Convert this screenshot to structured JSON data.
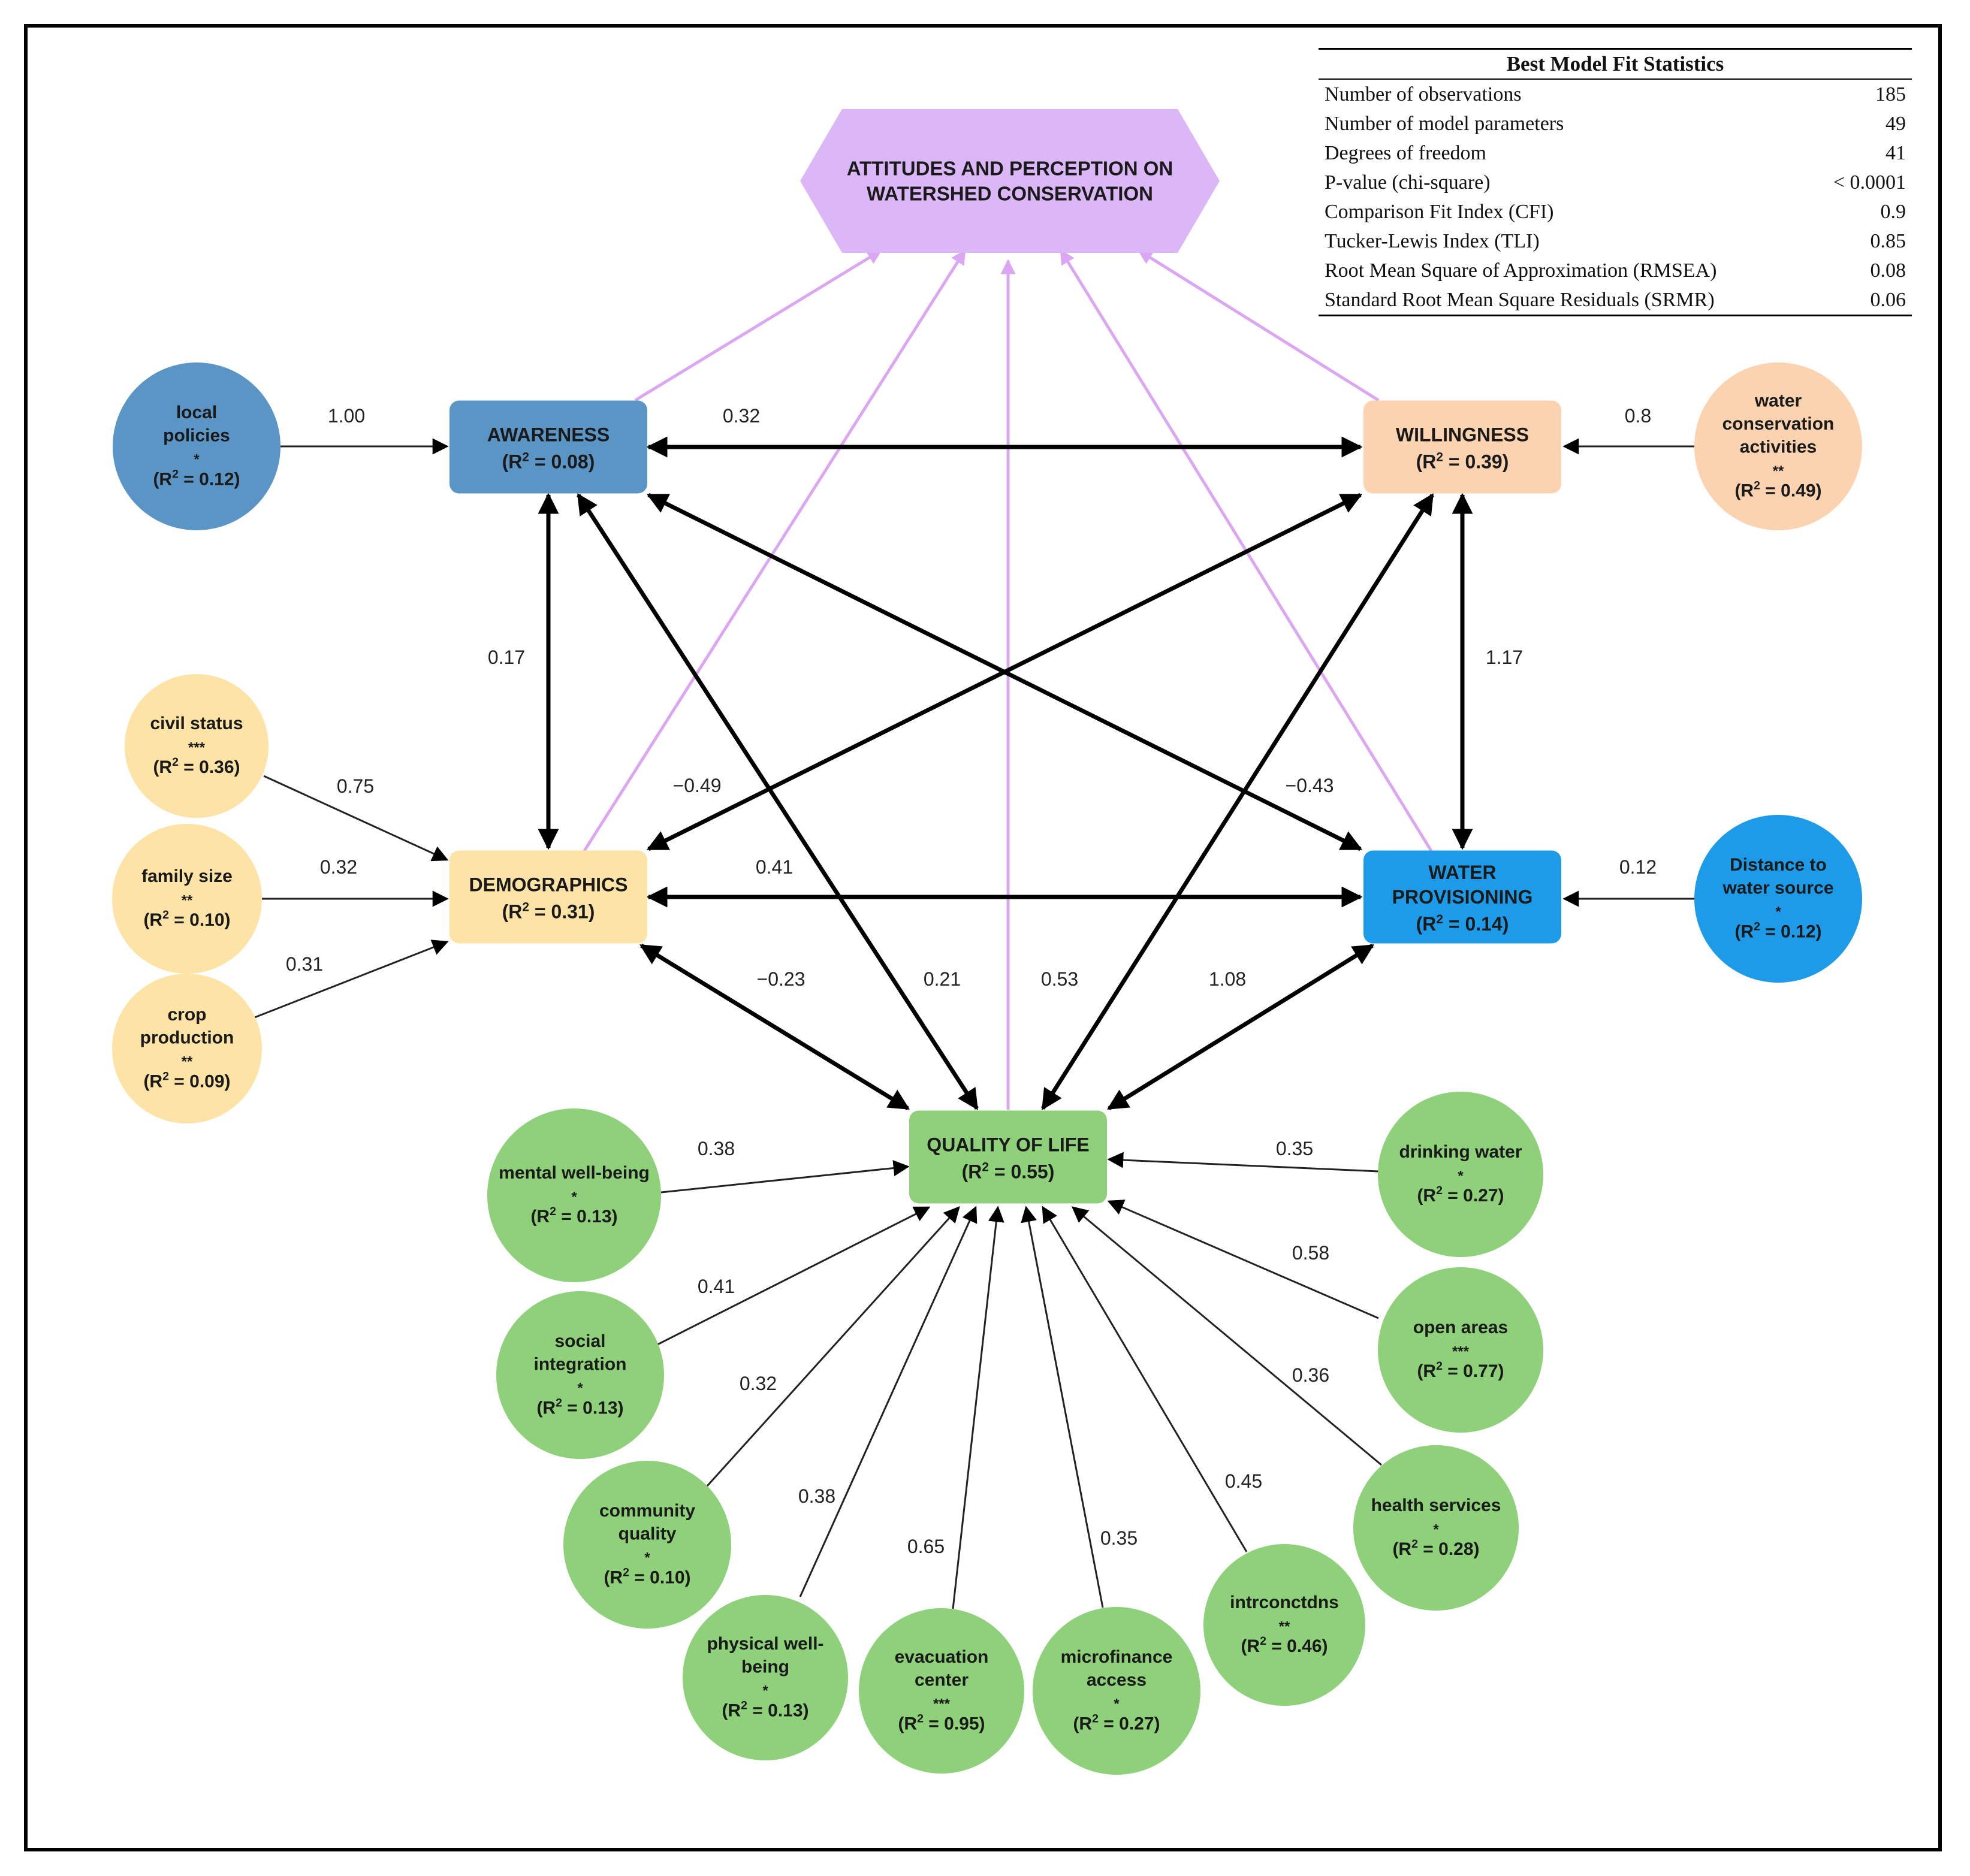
{
  "colors": {
    "construct_blue": "#5b95c6",
    "awareness": "#5b95c6",
    "willingness": "#fbd3b0",
    "demographics": "#fde3a6",
    "water_provisioning": "#1e9be8",
    "quality_of_life": "#8fd17a",
    "attitudes": "#dcb7f7",
    "green_node": "#8fd17a",
    "yellow_node": "#fde3a6",
    "orange_node": "#fbd3b0",
    "purple_edge": "#dba6f2",
    "black_edge": "#000000"
  },
  "stats": {
    "title": "Best Model Fit Statistics",
    "rows": [
      {
        "label": "Number of observations",
        "value": "185"
      },
      {
        "label": "Number of model parameters",
        "value": "49"
      },
      {
        "label": "Degrees of freedom",
        "value": "41"
      },
      {
        "label": "P-value (chi-square)",
        "value": "< 0.0001"
      },
      {
        "label": "Comparison Fit Index (CFI)",
        "value": "0.9"
      },
      {
        "label": "Tucker-Lewis Index (TLI)",
        "value": "0.85"
      },
      {
        "label": "Root Mean Square of Approximation (RMSEA)",
        "value": "0.08"
      },
      {
        "label": "Standard Root Mean Square Residuals (SRMR)",
        "value": "0.06"
      }
    ]
  },
  "nodes": [
    {
      "id": "attitudes",
      "shape": "hexagon",
      "lines": [
        "ATTITUDES AND PERCEPTION ON",
        "WATERSHED CONSERVATION"
      ],
      "color": "attitudes"
    },
    {
      "id": "awareness",
      "shape": "rect",
      "lines": [
        "AWARENESS"
      ],
      "r2": "0.08",
      "color": "awareness"
    },
    {
      "id": "willingness",
      "shape": "rect",
      "lines": [
        "WILLINGNESS"
      ],
      "r2": "0.39",
      "color": "willingness"
    },
    {
      "id": "demographics",
      "shape": "rect",
      "lines": [
        "DEMOGRAPHICS"
      ],
      "r2": "0.31",
      "color": "demographics"
    },
    {
      "id": "water-provisioning",
      "shape": "rect",
      "lines": [
        "WATER",
        "PROVISIONING"
      ],
      "r2": "0.14",
      "color": "water_provisioning"
    },
    {
      "id": "quality-of-life",
      "shape": "rect",
      "lines": [
        "QUALITY OF LIFE"
      ],
      "r2": "0.55",
      "color": "quality_of_life"
    },
    {
      "id": "local-policies",
      "shape": "circle",
      "lines": [
        "local",
        "policies",
        "*"
      ],
      "r2": "0.12",
      "color": "awareness"
    },
    {
      "id": "water-conservation-activities",
      "shape": "circle",
      "lines": [
        "water",
        "conservation",
        "activities",
        "**"
      ],
      "r2": "0.49",
      "color": "orange_node"
    },
    {
      "id": "civil-status",
      "shape": "circle",
      "lines": [
        "civil status",
        "***"
      ],
      "r2": "0.36",
      "color": "yellow_node"
    },
    {
      "id": "family-size",
      "shape": "circle",
      "lines": [
        "family size",
        "**"
      ],
      "r2": "0.10",
      "color": "yellow_node"
    },
    {
      "id": "crop-production",
      "shape": "circle",
      "lines": [
        "crop",
        "production",
        "**"
      ],
      "r2": "0.09",
      "color": "yellow_node"
    },
    {
      "id": "distance-to-water-source",
      "shape": "circle",
      "lines": [
        "Distance to",
        "water source",
        "*"
      ],
      "r2": "0.12",
      "color": "water_provisioning"
    },
    {
      "id": "mental-well-being",
      "shape": "circle",
      "lines": [
        "mental well-being",
        "*"
      ],
      "r2": "0.13",
      "color": "green_node"
    },
    {
      "id": "social-integration",
      "shape": "circle",
      "lines": [
        "social",
        "integration",
        "*"
      ],
      "r2": "0.13",
      "color": "green_node"
    },
    {
      "id": "community-quality",
      "shape": "circle",
      "lines": [
        "community",
        "quality",
        "*"
      ],
      "r2": "0.10",
      "color": "green_node"
    },
    {
      "id": "physical-well-being",
      "shape": "circle",
      "lines": [
        "physical well-",
        "being",
        "*"
      ],
      "r2": "0.13",
      "color": "green_node"
    },
    {
      "id": "evacuation-center",
      "shape": "circle",
      "lines": [
        "evacuation",
        "center",
        "***"
      ],
      "r2": "0.95",
      "color": "green_node"
    },
    {
      "id": "microfinance-access",
      "shape": "circle",
      "lines": [
        "microfinance",
        "access",
        "*"
      ],
      "r2": "0.27",
      "color": "green_node"
    },
    {
      "id": "intrconctdns",
      "shape": "circle",
      "lines": [
        "intrconctdns",
        "**"
      ],
      "r2": "0.46",
      "color": "green_node"
    },
    {
      "id": "health-services",
      "shape": "circle",
      "lines": [
        "health services",
        "*"
      ],
      "r2": "0.28",
      "color": "green_node"
    },
    {
      "id": "open-areas",
      "shape": "circle",
      "lines": [
        "open areas",
        "***"
      ],
      "r2": "0.77",
      "color": "green_node"
    },
    {
      "id": "drinking-water",
      "shape": "circle",
      "lines": [
        "drinking water",
        "*"
      ],
      "r2": "0.27",
      "color": "green_node"
    }
  ],
  "edges": [
    {
      "from": "awareness",
      "to": "attitudes",
      "kind": "purple",
      "label": ""
    },
    {
      "from": "demographics",
      "to": "attitudes",
      "kind": "purple",
      "label": ""
    },
    {
      "from": "quality-of-life",
      "to": "attitudes",
      "kind": "purple",
      "label": ""
    },
    {
      "from": "water-provisioning",
      "to": "attitudes",
      "kind": "purple",
      "label": ""
    },
    {
      "from": "willingness",
      "to": "attitudes",
      "kind": "purple",
      "label": ""
    },
    {
      "from": "awareness",
      "to": "willingness",
      "kind": "double",
      "label": "0.32"
    },
    {
      "from": "awareness",
      "to": "demographics",
      "kind": "double",
      "label": "0.17"
    },
    {
      "from": "willingness",
      "to": "water-provisioning",
      "kind": "double",
      "label": "1.17"
    },
    {
      "from": "demographics",
      "to": "willingness",
      "kind": "double",
      "label": "−0.49"
    },
    {
      "from": "awareness",
      "to": "water-provisioning",
      "kind": "double",
      "label": "−0.43"
    },
    {
      "from": "demographics",
      "to": "water-provisioning",
      "kind": "double",
      "label": "0.41"
    },
    {
      "from": "demographics",
      "to": "quality-of-life",
      "kind": "double",
      "label": "−0.23"
    },
    {
      "from": "awareness",
      "to": "quality-of-life",
      "kind": "double",
      "label": "0.21"
    },
    {
      "from": "willingness",
      "to": "quality-of-life",
      "kind": "double",
      "label": "0.53"
    },
    {
      "from": "water-provisioning",
      "to": "quality-of-life",
      "kind": "double",
      "label": "1.08"
    },
    {
      "from": "local-policies",
      "to": "awareness",
      "kind": "single",
      "label": "1.00"
    },
    {
      "from": "water-conservation-activities",
      "to": "willingness",
      "kind": "single",
      "label": "0.8"
    },
    {
      "from": "civil-status",
      "to": "demographics",
      "kind": "single",
      "label": "0.75"
    },
    {
      "from": "family-size",
      "to": "demographics",
      "kind": "single",
      "label": "0.32"
    },
    {
      "from": "crop-production",
      "to": "demographics",
      "kind": "single",
      "label": "0.31"
    },
    {
      "from": "distance-to-water-source",
      "to": "water-provisioning",
      "kind": "single",
      "label": "0.12"
    },
    {
      "from": "mental-well-being",
      "to": "quality-of-life",
      "kind": "single",
      "label": "0.38"
    },
    {
      "from": "social-integration",
      "to": "quality-of-life",
      "kind": "single",
      "label": "0.41"
    },
    {
      "from": "community-quality",
      "to": "quality-of-life",
      "kind": "single",
      "label": "0.32"
    },
    {
      "from": "physical-well-being",
      "to": "quality-of-life",
      "kind": "single",
      "label": "0.38"
    },
    {
      "from": "evacuation-center",
      "to": "quality-of-life",
      "kind": "single",
      "label": "0.65"
    },
    {
      "from": "microfinance-access",
      "to": "quality-of-life",
      "kind": "single",
      "label": "0.35"
    },
    {
      "from": "intrconctdns",
      "to": "quality-of-life",
      "kind": "single",
      "label": "0.45"
    },
    {
      "from": "health-services",
      "to": "quality-of-life",
      "kind": "single",
      "label": "0.36"
    },
    {
      "from": "open-areas",
      "to": "quality-of-life",
      "kind": "single",
      "label": "0.58"
    },
    {
      "from": "drinking-water",
      "to": "quality-of-life",
      "kind": "single",
      "label": "0.35"
    }
  ]
}
